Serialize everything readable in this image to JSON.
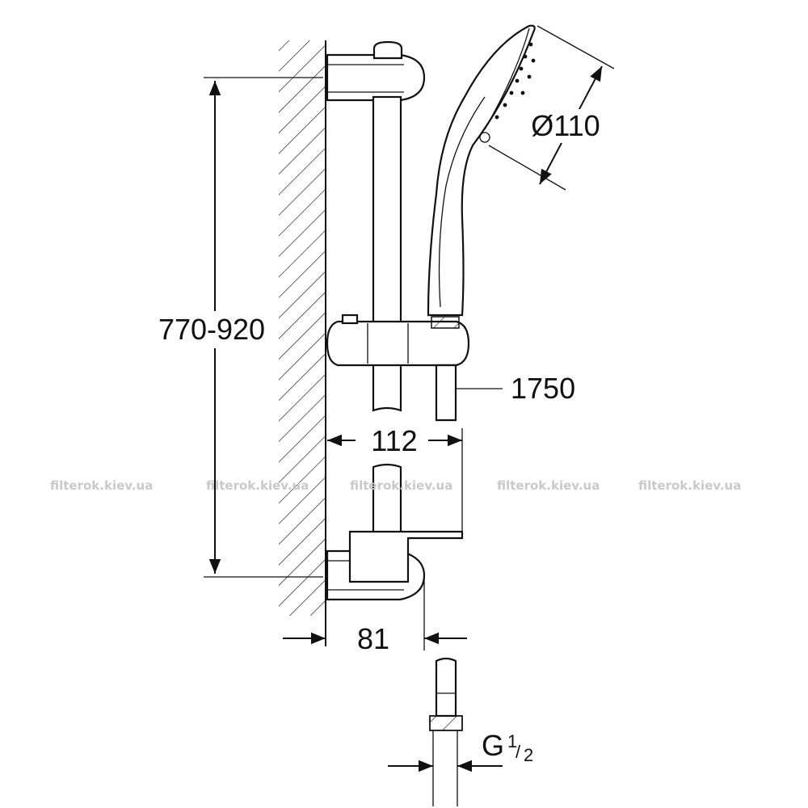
{
  "dimensions": {
    "height_range": "770-920",
    "head_diameter": "Ø110",
    "hose_length": "1750",
    "bar_offset": "112",
    "wall_offset": "81",
    "thread_main": "G",
    "thread_num": "1",
    "thread_den": "2"
  },
  "watermarks": [
    "filterok.kiev.ua",
    "filterok.kiev.ua",
    "filterok.kiev.ua",
    "filterok.kiev.ua",
    "filterok.kiev.ua"
  ],
  "colors": {
    "line": "#111111",
    "watermark": "#c9c9c9",
    "background": "#ffffff"
  }
}
